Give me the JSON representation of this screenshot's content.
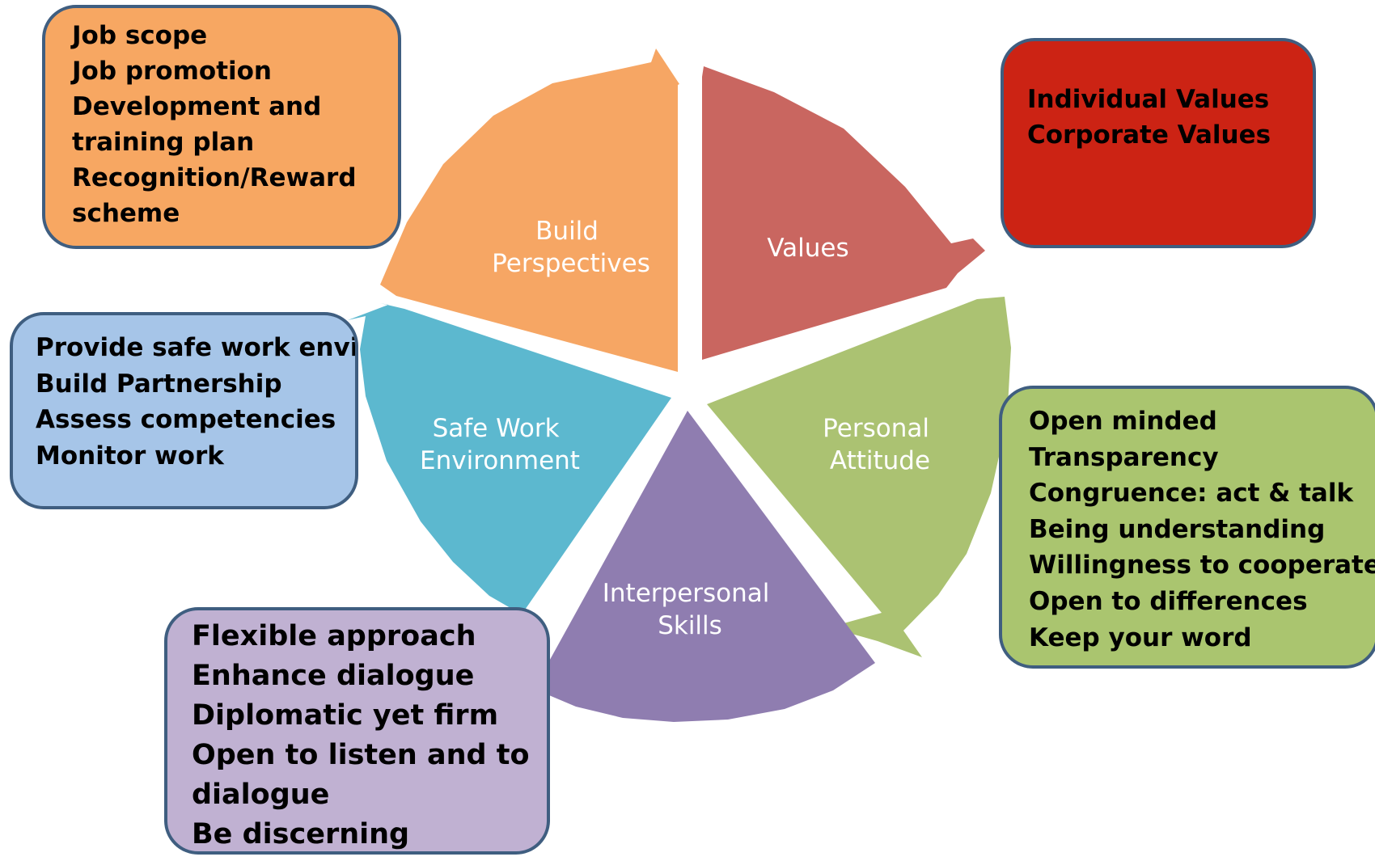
{
  "diagram": {
    "segments": [
      {
        "id": "values",
        "label_lines": [
          "Values"
        ],
        "color": "#c96660"
      },
      {
        "id": "attitude",
        "label_lines": [
          "Personal",
          "Attitude"
        ],
        "color": "#abc272"
      },
      {
        "id": "interpersonal",
        "label_lines": [
          "Interpersonal",
          "Skills"
        ],
        "color": "#8f7db0"
      },
      {
        "id": "safe",
        "label_lines": [
          "Safe Work",
          "Environment"
        ],
        "color": "#5cb8cf"
      },
      {
        "id": "build",
        "label_lines": [
          "Build",
          "Perspectives"
        ],
        "color": "#f6a664"
      }
    ],
    "boxes": {
      "build": {
        "color": "#f7a762",
        "items": [
          "Job scope",
          "Job promotion",
          "Development and training plan",
          "Recognition/Reward scheme"
        ]
      },
      "values": {
        "color": "#cc2314",
        "items": [
          "Individual Values",
          "Corporate Values"
        ]
      },
      "attitude": {
        "color": "#aac56f",
        "items": [
          "Open minded",
          "Transparency",
          "Congruence: act & talk",
          "Being understanding",
          "Willingness to cooperate",
          "Open to differences",
          "Keep your word"
        ]
      },
      "safe": {
        "color": "#a6c5e8",
        "items": [
          "Provide safe work environment",
          "Build Partnership",
          "Assess competencies",
          "Monitor work"
        ]
      },
      "interpersonal": {
        "color": "#c0b1d2",
        "items": [
          "Flexible approach",
          "Enhance dialogue",
          "Diplomatic yet firm",
          "Open to listen and to dialogue",
          "Be discerning"
        ]
      }
    }
  }
}
